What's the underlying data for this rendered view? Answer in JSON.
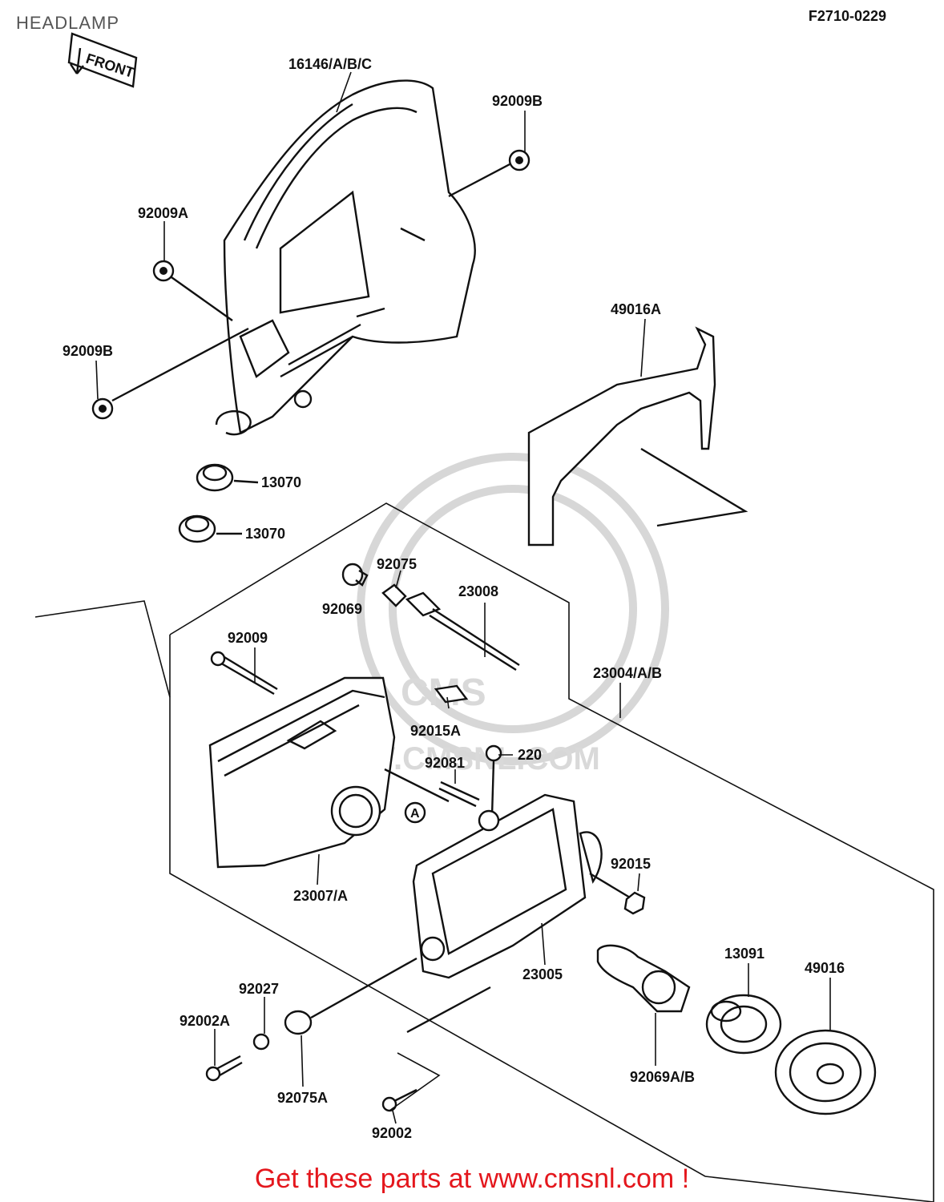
{
  "title": "HEADLAMP",
  "diagram_code": "F2710-0229",
  "front_label": "FRONT",
  "callout": "A",
  "watermark": {
    "brand": "CMS",
    "url": "WWW.CMSNL.COM"
  },
  "cta": "Get these parts at www.cmsnl.com !",
  "parts": [
    "16146/A/B/C",
    "92009B",
    "92009A",
    "92009B",
    "49016A",
    "13070",
    "13070",
    "92075",
    "23008",
    "92069",
    "92009",
    "23004/A/B",
    "92015A",
    "220",
    "92081",
    "92015",
    "23007/A",
    "23005",
    "13091",
    "49016",
    "92027",
    "92002A",
    "92075A",
    "92069A/B",
    "92002"
  ],
  "colors": {
    "cta": "#e4171d",
    "line": "#111111",
    "watermark": "#d7d7d7"
  }
}
